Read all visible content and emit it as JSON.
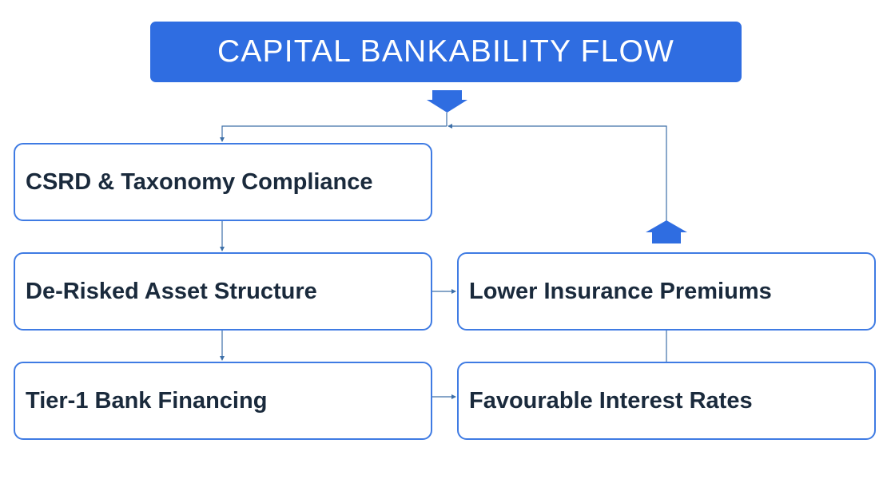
{
  "title": "CAPITAL BANKABILITY FLOW",
  "nodes": {
    "csrd": "CSRD & Taxonomy Compliance",
    "derisk": "De-Risked Asset Structure",
    "tier1": "Tier-1 Bank Financing",
    "insurance": "Lower Insurance Premiums",
    "interest": "Favourable Interest Rates"
  },
  "colors": {
    "accent": "#2f6de1",
    "border": "#3f7be3",
    "connector": "#3d6fa8",
    "text": "#1a2a3c"
  },
  "icons": [
    "down-arrow-icon",
    "up-arrow-icon"
  ]
}
